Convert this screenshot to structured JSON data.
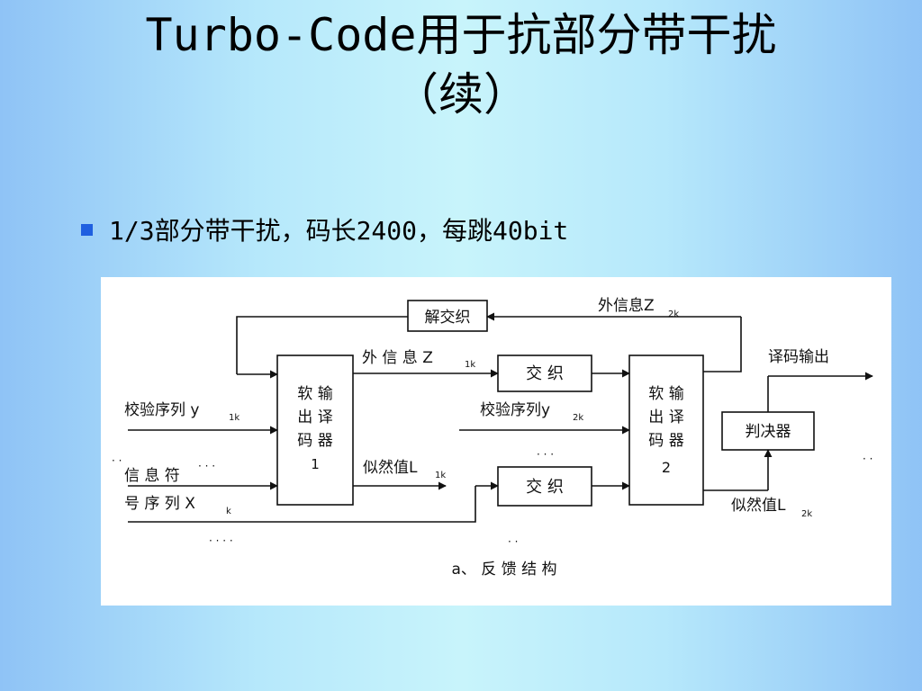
{
  "slide": {
    "title_line1": "Turbo-Code用于抗部分带干扰",
    "title_line2": "（续）",
    "bullet": "1/3部分带干扰，码长2400，每跳40bit"
  },
  "diagram": {
    "deinterleaver": "解交织",
    "interleaver_top": "交 织",
    "interleaver_bottom": "交 织",
    "decoder1_line1": "软 输",
    "decoder1_line2": "出 译",
    "decoder1_line3": "码 器",
    "decoder1_line4": "1",
    "decoder2_line1": "软 输",
    "decoder2_line2": "出 译",
    "decoder2_line3": "码 器",
    "decoder2_line4": "2",
    "decision": "判决器",
    "ext_info_z1": "外 信 息 Z",
    "ext_info_z1_sub": "1k",
    "ext_info_z2": "外信息Z",
    "ext_info_z2_sub": "2k",
    "check_seq_y1": "校验序列 y",
    "check_seq_y1_sub": "1k",
    "check_seq_y2": "校验序列y",
    "check_seq_y2_sub": "2k",
    "info_seq_line1": "信 息 符",
    "info_seq_line2": "号 序 列 X",
    "info_seq_sub": "k",
    "likelihood_l1": "似然值L",
    "likelihood_l1_sub": "1k",
    "likelihood_l2": "似然值L",
    "likelihood_l2_sub": "2k",
    "decoded_output": "译码输出",
    "caption": "a、 反 馈 结 构",
    "dots_a": "· · ·",
    "dots_b": "· · · ·",
    "dots_c": "· · ·",
    "dots_d": "· ·",
    "dots_e": "· ·",
    "dots_f": "· ·"
  }
}
